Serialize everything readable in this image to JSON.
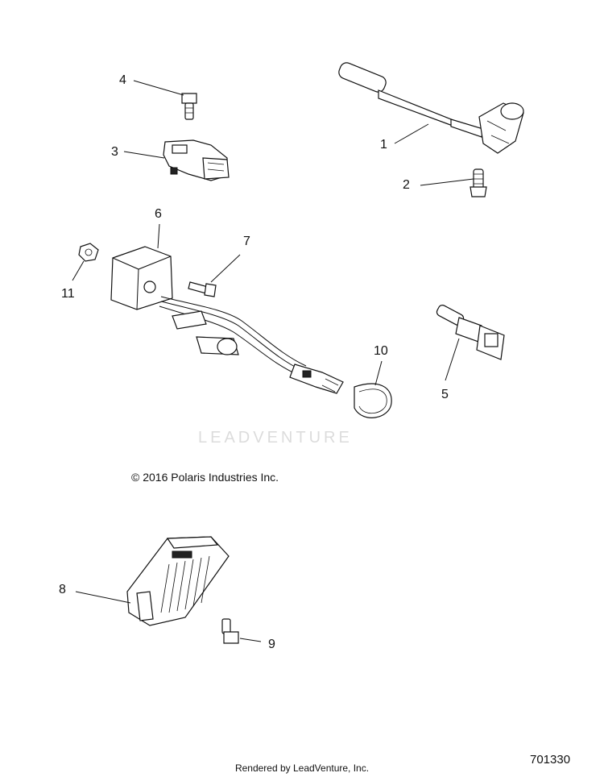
{
  "callouts": [
    {
      "label": "1"
    },
    {
      "label": "2"
    },
    {
      "label": "3"
    },
    {
      "label": "4"
    },
    {
      "label": "5"
    },
    {
      "label": "6"
    },
    {
      "label": "7"
    },
    {
      "label": "8"
    },
    {
      "label": "9"
    },
    {
      "label": "10"
    },
    {
      "label": "11"
    }
  ],
  "copyright": "© 2016  Polaris Industries Inc.",
  "watermark": "LEADVENTURE",
  "footer": "Rendered by LeadVenture, Inc.",
  "diagram_id": "701330"
}
